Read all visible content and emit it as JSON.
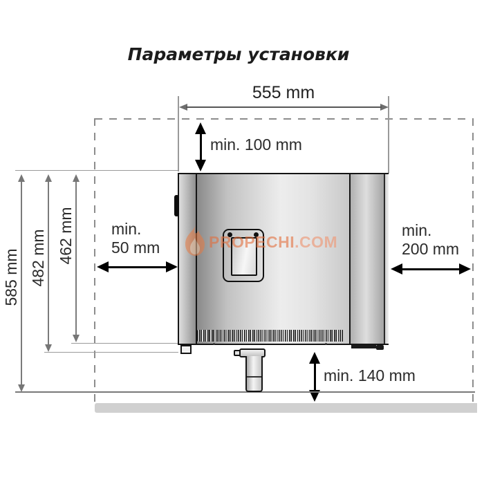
{
  "title": "Параметры установки",
  "watermark": {
    "brand": "PROPECHI",
    "suffix": ".COM",
    "brand_color": "rgba(226,110,60,0.60)",
    "suffix_color": "rgba(236,156,126,0.65)",
    "flame_color": "#e87a42"
  },
  "dimensions": {
    "width": "555 mm",
    "total_height": "585 mm",
    "height_to_feet": "482 mm",
    "body_height": "462 mm",
    "top_clearance": "min. 100 mm",
    "left_clearance_line1": "min.",
    "left_clearance_line2": "50 mm",
    "right_clearance_line1": "min.",
    "right_clearance_line2": "200 mm",
    "bottom_clearance": "min. 140 mm"
  },
  "colors": {
    "dashed_line": "#8c8c8c",
    "dim_line_gray": "#767676",
    "arrow_black": "#000000",
    "floor_band": "#d0d0d0",
    "text": "#2b2b2b"
  }
}
